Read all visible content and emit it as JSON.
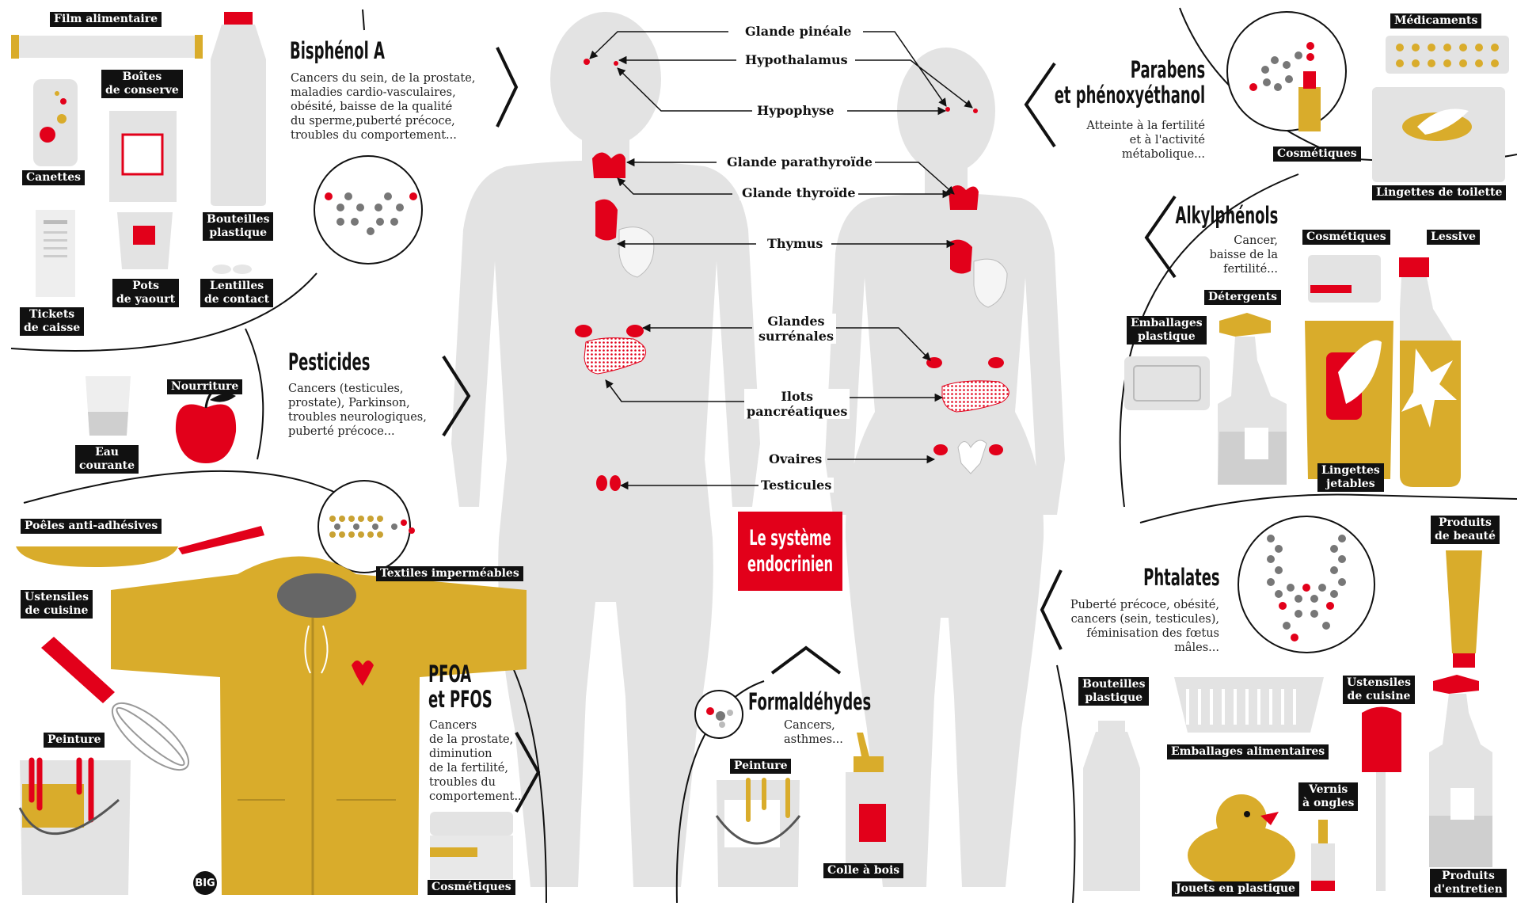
{
  "title": "Le système\nendocrinien",
  "logo": "BIG",
  "organs": {
    "pineale": "Glande pinéale",
    "hypothalamus": "Hypothalamus",
    "hypophyse": "Hypophyse",
    "parathyroide": "Glande parathyroïde",
    "thyroide": "Glande thyroïde",
    "thymus": "Thymus",
    "surrenales": "Glandes\nsurrénales",
    "ilots": "Ilots\npancréatiques",
    "ovaires": "Ovaires",
    "testicules": "Testicules"
  },
  "substances": {
    "bisphenol": {
      "title": "Bisphénol A",
      "desc": "Cancers du sein, de la prostate,\nmaladies cardio-vasculaires,\nobésité, baisse de la qualité\ndu sperme,puberté précoce,\ntroubles du comportement...",
      "sources": {
        "film": "Film alimentaire",
        "boites": "Boîtes\nde conserve",
        "canettes": "Canettes",
        "bouteilles": "Bouteilles\nplastique",
        "tickets": "Tickets\nde caisse",
        "pots": "Pots\nde yaourt",
        "lentilles": "Lentilles\nde contact"
      }
    },
    "pesticides": {
      "title": "Pesticides",
      "desc": "Cancers (testicules,\nprostate), Parkinson,\ntroubles neurologiques,\npuberté précoce...",
      "sources": {
        "eau": "Eau\ncourante",
        "nourriture": "Nourriture"
      }
    },
    "pfoa": {
      "title": "PFOA\net PFOS",
      "desc": "Cancers\nde la prostate,\ndiminution\nde la fertilité,\ntroubles du\ncomportement...",
      "sources": {
        "poeles": "Poêles anti-adhésives",
        "textiles": "Textiles imperméables",
        "ustensiles": "Ustensiles\nde cuisine",
        "peinture": "Peinture",
        "cosmetiques": "Cosmétiques"
      }
    },
    "formaldehydes": {
      "title": "Formaldéhydes",
      "desc": "Cancers,\nasthmes...",
      "sources": {
        "peinture": "Peinture",
        "colle": "Colle à bois"
      }
    },
    "parabens": {
      "title": "Parabens\net phénoxyéthanol",
      "desc": "Atteinte à la fertilité\net à l'activité\nmétabolique...",
      "sources": {
        "medicaments": "Médicaments",
        "cosmetiques": "Cosmétiques",
        "lingettes": "Lingettes de toilette"
      }
    },
    "alkylphenols": {
      "title": "Alkylphénols",
      "desc": "Cancer,\nbaisse de la\nfertilité...",
      "sources": {
        "cosmetiques": "Cosmétiques",
        "lessive": "Lessive",
        "detergents": "Détergents",
        "emballages": "Emballages\nplastique",
        "lingettes": "Lingettes\njetables"
      }
    },
    "phtalates": {
      "title": "Phtalates",
      "desc": "Puberté précoce, obésité,\ncancers (sein, testicules),\nféminisation des fœtus\nmâles...",
      "sources": {
        "beaute": "Produits\nde beauté",
        "bouteilles": "Bouteilles\nplastique",
        "emballages": "Emballages alimentaires",
        "ustensiles": "Ustensiles\nde cuisine",
        "vernis": "Vernis\nà ongles",
        "jouets": "Jouets en plastique",
        "entretien": "Produits\nd'entretien"
      }
    }
  },
  "colors": {
    "red": "#e2001a",
    "mustard": "#d9ac2b",
    "silhouette": "#e3e3e3",
    "ink": "#111111"
  }
}
